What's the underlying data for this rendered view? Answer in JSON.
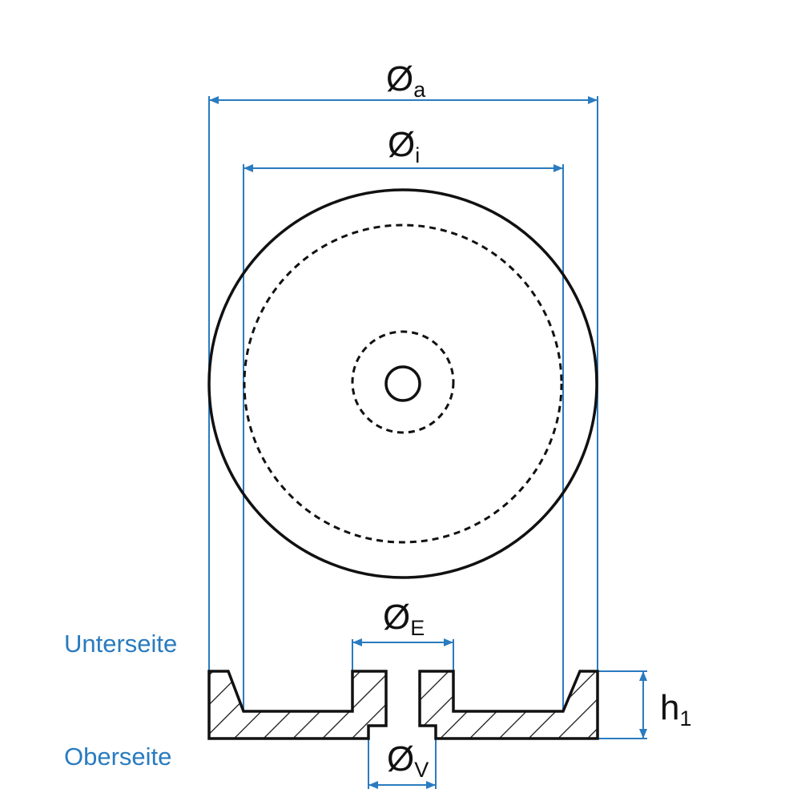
{
  "dimensions": {
    "outer_diameter": {
      "symbol": "Ø",
      "subscript": "a"
    },
    "inner_diameter": {
      "symbol": "Ø",
      "subscript": "i"
    },
    "insert_diameter": {
      "symbol": "Ø",
      "subscript": "E"
    },
    "hole_diameter": {
      "symbol": "Ø",
      "subscript": "V"
    },
    "height": {
      "symbol": "h",
      "subscript": "1"
    }
  },
  "side_labels": {
    "bottom_side": "Unterseite",
    "top_side": "Oberseite"
  },
  "colors": {
    "dimension_lines": "#2a7bbf",
    "outline": "#111111",
    "side_label_text": "#2a7bbf"
  }
}
